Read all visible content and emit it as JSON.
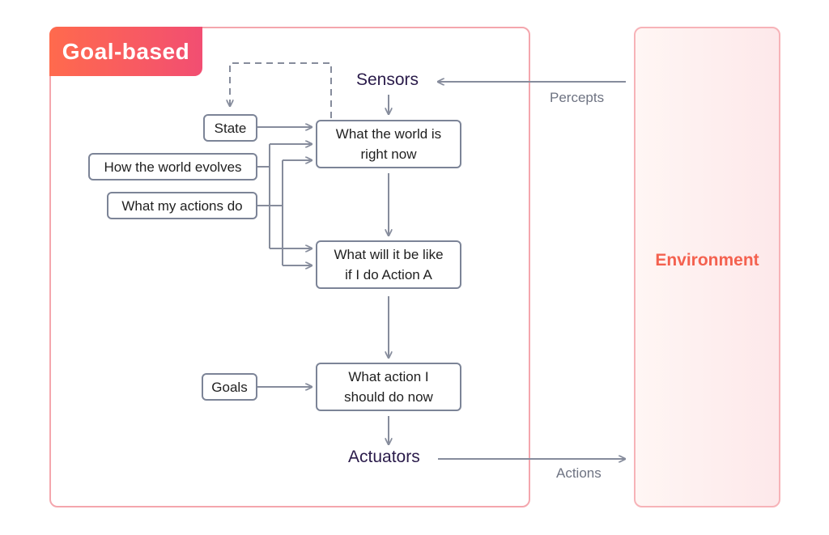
{
  "agent_title": "Goal-based",
  "environment_label": "Environment",
  "sensors_label": "Sensors",
  "actuators_label": "Actuators",
  "percepts_label": "Percepts",
  "actions_label": "Actions",
  "nodes": {
    "state": "State",
    "how_world_evolves": "How the world evolves",
    "what_my_actions_do": "What my actions do",
    "goals": "Goals",
    "world_now_line1": "What the world is",
    "world_now_line2": "right now",
    "future_line1": "What will it be like",
    "future_line2": "if I do Action A",
    "decision_line1": "What action I",
    "decision_line2": "should do now"
  },
  "colors": {
    "frame": "#f4a6ad",
    "badge_gradient": [
      "#ff6a4d",
      "#f24e72"
    ],
    "environment_text": "#f4614f",
    "node_border": "#7c8497",
    "arrow": "#868c9c",
    "tag_text": "#2a1b4a"
  }
}
